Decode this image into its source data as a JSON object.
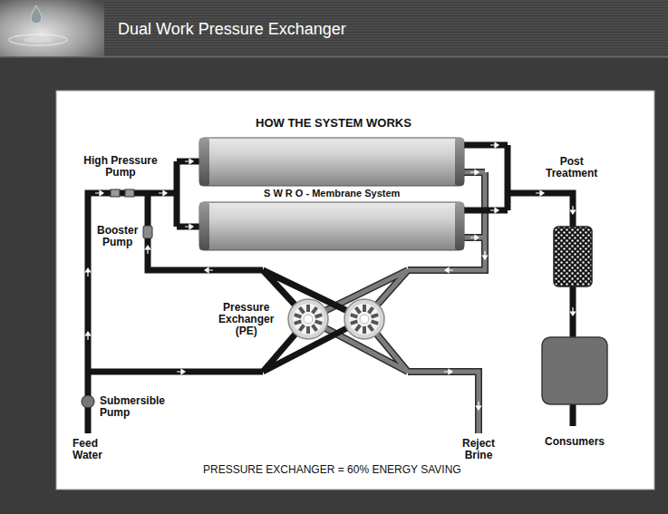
{
  "diagram": {
    "title": "Dual Work Pressure Exchanger",
    "labels": [
      "HOW THE SYSTEM WORKS",
      "High Pressure Pump",
      "S W R O - Membrane System",
      "Booster Pump",
      "Post Treatment",
      "Pressure Exchanger (PE)",
      "Submersible Pump",
      "Feed Water",
      "Reject Brine",
      "Consumers",
      "PRESSURE EXCHANGER = 60% ENERGY SAVING"
    ]
  }
}
